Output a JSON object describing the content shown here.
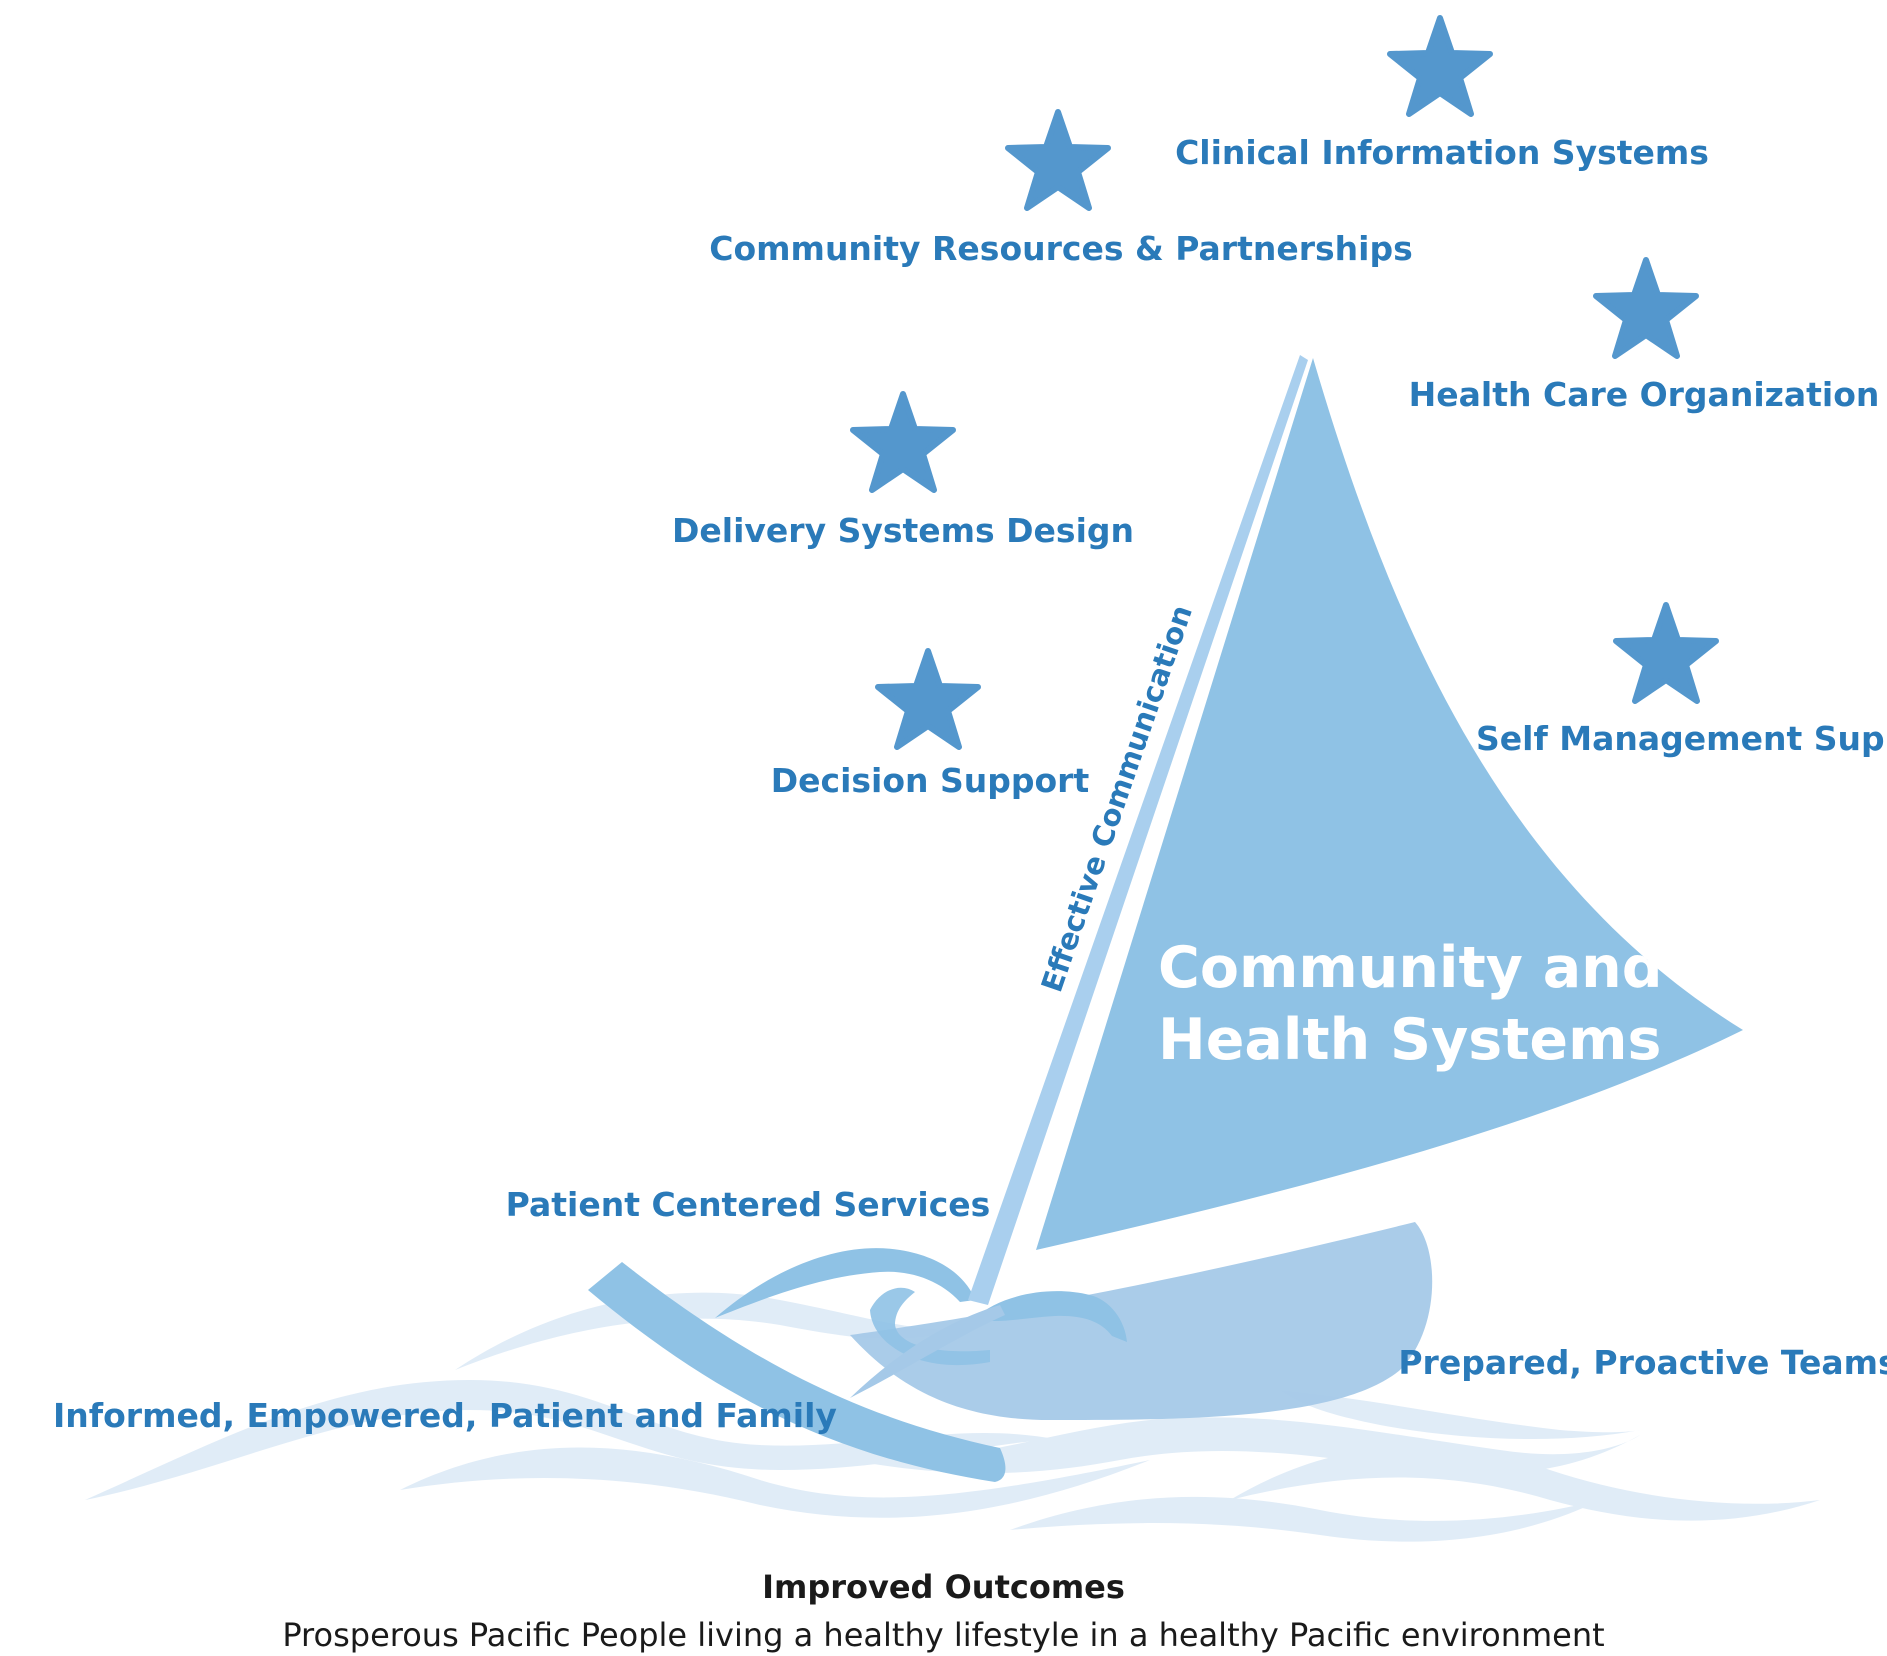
{
  "colors": {
    "label": "#2a7ab9",
    "star": "#5497cd",
    "sail": "#8fc2e5",
    "hull": "#a5c9e8",
    "wave": "#dbe9f6",
    "mast": "#a9cfee",
    "text_dark": "#1a1a1a"
  },
  "stars": [
    {
      "name": "star-clinical-information-systems",
      "icon": "star-icon"
    },
    {
      "name": "star-community-resources",
      "icon": "star-icon"
    },
    {
      "name": "star-health-care-organization",
      "icon": "star-icon"
    },
    {
      "name": "star-delivery-systems-design",
      "icon": "star-icon"
    },
    {
      "name": "star-self-management-support",
      "icon": "star-icon"
    },
    {
      "name": "star-decision-support",
      "icon": "star-icon"
    }
  ],
  "labels": {
    "clinical_information_systems": "Clinical Information Systems",
    "community_resources": "Community Resources & Partnerships",
    "health_care_organization": "Health Care Organization",
    "delivery_systems_design": "Delivery Systems Design",
    "self_management_support": "Self Management Support",
    "decision_support": "Decision Support",
    "effective_communication": "Effective Communication",
    "patient_centered_services": "Patient Centered Services",
    "prepared_proactive_teams": "Prepared, Proactive Teams",
    "informed_empowered": "Informed, Empowered, Patient and Family"
  },
  "sail": {
    "line1": "Community and",
    "line2": "Health Systems"
  },
  "footer": {
    "title": "Improved Outcomes",
    "subtitle": "Prosperous Pacific People living a healthy lifestyle in a healthy Pacific environment"
  }
}
